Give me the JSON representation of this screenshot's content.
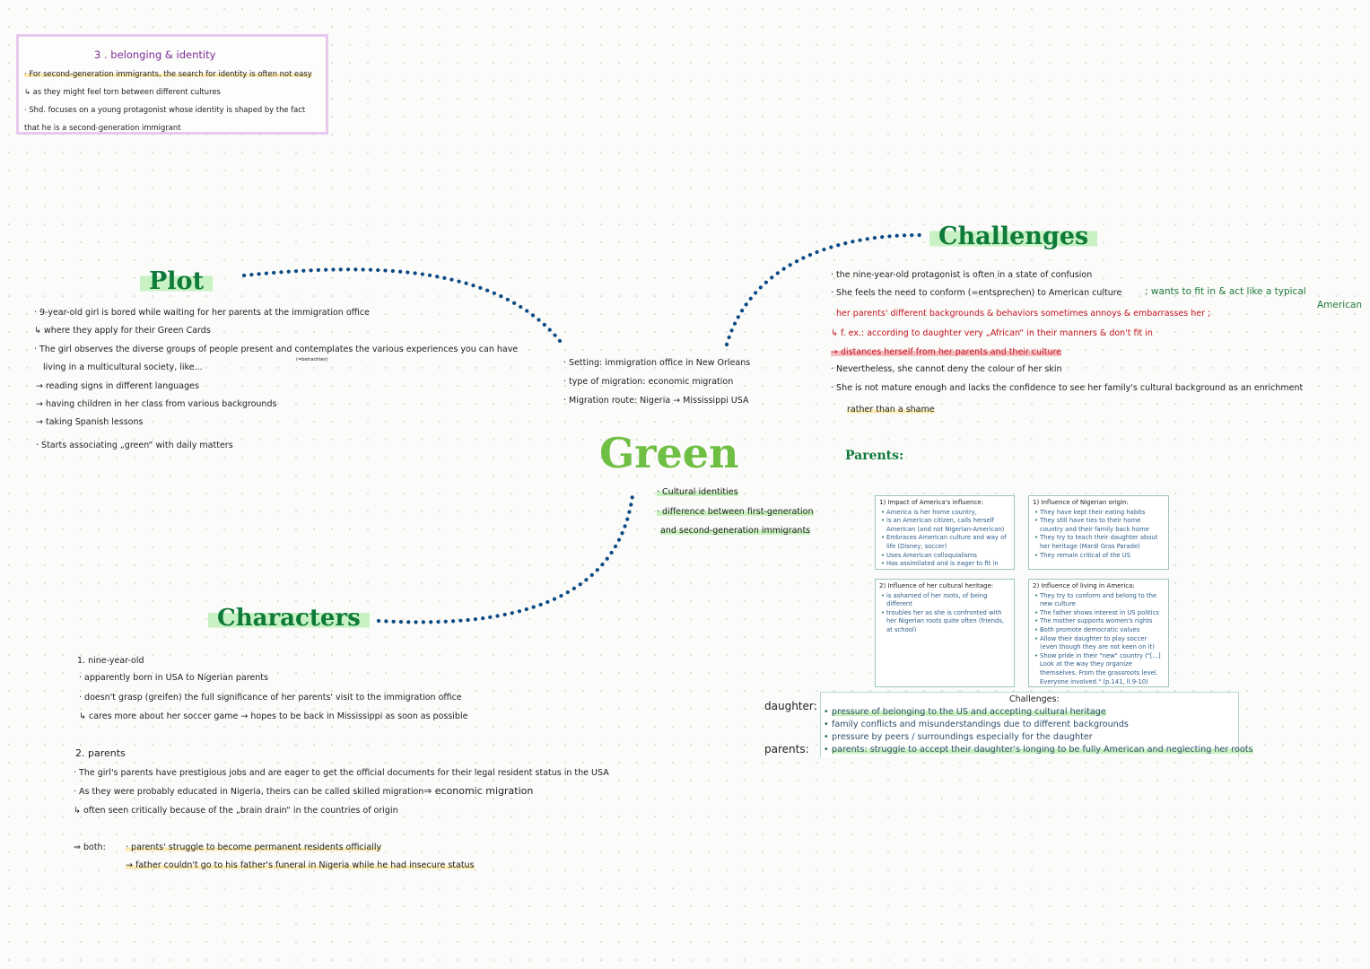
{
  "section3": {
    "title": "3 . belonging & identity",
    "lines": [
      "· For second-generation immigrants, the search for identity is often not easy",
      "↳ as they might feel torn between different cultures",
      "· Shd. focuses on a young protagonist whose identity is shaped by the fact",
      "that he is a second-generation immigrant"
    ]
  },
  "center": {
    "title": "Green",
    "info": [
      "· Setting: immigration office in New Orleans",
      "· type of migration: economic migration",
      "· Migration route: Nigeria → Mississippi USA"
    ],
    "themes": [
      "· Cultural identities",
      "· difference between first-generation",
      "and second-generation immigrants"
    ]
  },
  "plot": {
    "title": "Plot",
    "lines": [
      "· 9-year-old girl is bored while waiting for her parents at the immigration office",
      "↳ where they apply for their Green Cards",
      "· The girl observes the diverse groups of people present and contemplates the various experiences you can have",
      "living in a multicultural society, like...",
      "→ reading signs in different languages",
      "→ having children in her class from various backgrounds",
      "→ taking Spanish lessons",
      "· Starts associating „green“ with daily matters"
    ],
    "note": "(=betrachten)"
  },
  "challenges": {
    "title": "Challenges",
    "lines": [
      "· the nine-year-old protagonist is often in a state of confusion",
      "· She feels the need to conform (=entsprechen) to American culture",
      "; wants to fit in & act like a typical",
      "American",
      "her parents' different backgrounds & behaviors sometimes annoys & embarrasses her ;",
      "↳ f. ex.: according to daughter very „African“ in their manners & don't fit in",
      "→ distances herself from her parents and their culture",
      "· Nevertheless, she cannot deny the colour of her skin",
      "· She is not mature enough and lacks the confidence to see her family's cultural background as an enrichment",
      "rather than a shame"
    ]
  },
  "parents_heading": "Parents:",
  "cards": [
    {
      "title": "1) Impact of America's influence:",
      "items": [
        "America is her home country,",
        "is an American citizen, calls herself American (and not Nigerian-American)",
        "Embraces American culture and way of life (Disney, soccer)",
        "Uses American colloquialisms",
        "Has assimilated and is eager to fit in"
      ]
    },
    {
      "title": "1) Influence of Nigerian origin:",
      "items": [
        "They have kept their eating habits",
        "They still have ties to their home country and their family back home",
        "They try to teach their daughter about her heritage (Mardi Gras Parade)",
        "They remain critical of the US"
      ]
    },
    {
      "title": "2) Influence of her cultural heritage:",
      "items": [
        "is ashamed of her roots, of being different",
        "troubles her as she is confronted with her Nigerian roots quite often (friends, at school)"
      ]
    },
    {
      "title": "2) Influence of living in America:",
      "items": [
        "They try to conform and belong to the new culture",
        "The father shows interest in US politics",
        "The mother supports women's rights",
        "Both promote democratic values",
        "Allow their daughter to play soccer (even though they are not keen on it)",
        "Show pride in their \"new\" country (\"[...] Look at the way they organize themselves. From the grassroots level. Everyone involved.\" (p.141, ll.9-10)"
      ]
    }
  ],
  "challenges_box": {
    "title": "Challenges:",
    "label_daughter": "daughter:",
    "label_parents": "parents:",
    "items": [
      "pressure of belonging to the US and accepting cultural heritage",
      "family conflicts and misunderstandings due to different backgrounds",
      "pressure by peers / surroundings especially for the daughter",
      "parents: struggle to accept their daughter's longing to be fully American and neglecting her roots"
    ]
  },
  "characters": {
    "title": "Characters",
    "heading1": "1. nine-year-old",
    "lines1": [
      "· apparently born in USA to Nigerian parents",
      "· doesn't grasp (greifen) the full significance of her parents' visit to the immigration office",
      "↳ cares more about her soccer game → hopes to be back in Mississippi as soon as possible"
    ],
    "heading2": "2. parents",
    "lines2": [
      "· The girl's parents have prestigious jobs and are eager to get the official documents for their legal resident status in the USA",
      "· As they were probably educated in Nigeria, theirs can be called skilled migration",
      "⇒ economic migration",
      "↳ often seen critically because of the „brain drain“ in the countries of origin"
    ],
    "both_label": "⇒ both:",
    "both_lines": [
      "· parents' struggle to become permanent residents officially",
      "→ father couldn't go to his father's funeral in Nigeria while he had insecure status"
    ]
  },
  "colors": {
    "title_green": "#0e7a3b",
    "center_green": "#6fbf44",
    "connector_blue": "#0b4a85",
    "red_text": "#c1121f",
    "purple_box": "#e7c9ee"
  }
}
